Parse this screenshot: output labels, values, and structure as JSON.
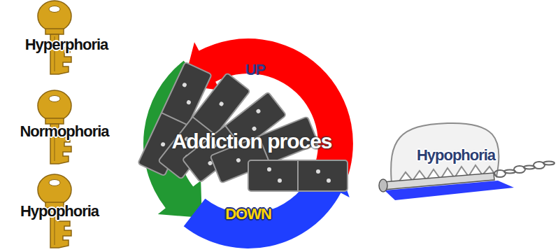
{
  "diagram": {
    "nodes": [
      {
        "text": [
          "Hyperphoria"
        ]
      },
      {
        "text": [
          "Normophoria"
        ]
      },
      {
        "text": [
          "Hypophoria"
        ]
      },
      {
        "text": [
          "Addiction proces"
        ]
      },
      {
        "text": [
          "UP"
        ],
        "in": 3
      },
      {
        "text": [
          "DOWN"
        ],
        "in": 3
      },
      {
        "text": [
          "Hypophoria"
        ]
      }
    ]
  }
}
